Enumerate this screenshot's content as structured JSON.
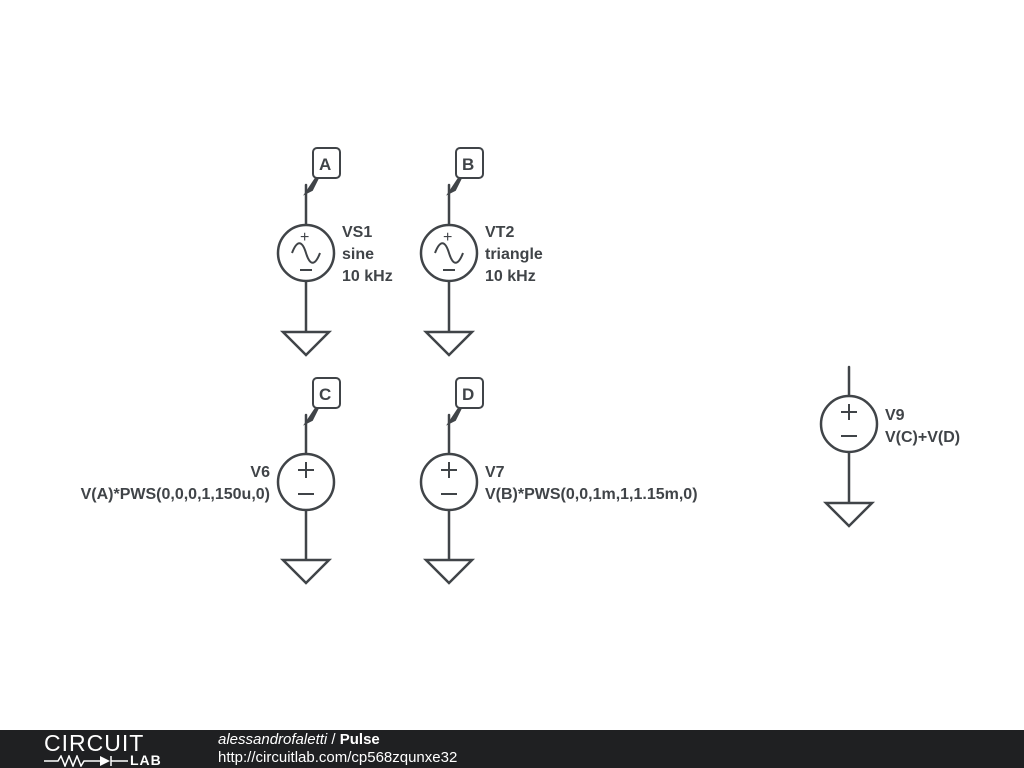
{
  "nodes": {
    "a": "A",
    "b": "B",
    "c": "C",
    "d": "D"
  },
  "sources": {
    "vs1": {
      "name": "VS1",
      "line2": "sine",
      "line3": "10 kHz"
    },
    "vt2": {
      "name": "VT2",
      "line2": "triangle",
      "line3": "10 kHz"
    },
    "v6": {
      "name": "V6",
      "expr": "V(A)*PWS(0,0,0,1,150u,0)"
    },
    "v7": {
      "name": "V7",
      "expr": "V(B)*PWS(0,0,1m,1,1.15m,0)"
    },
    "v9": {
      "name": "V9",
      "expr": "V(C)+V(D)"
    }
  },
  "footer": {
    "logo_top": "CIRCUIT",
    "logo_bottom": "LAB",
    "author": "alessandrofaletti",
    "separator": " / ",
    "title": "Pulse",
    "url": "http://circuitlab.com/cp568zqunxe32"
  },
  "colors": {
    "wire": "#404448",
    "footer_bg": "#1f2022"
  }
}
